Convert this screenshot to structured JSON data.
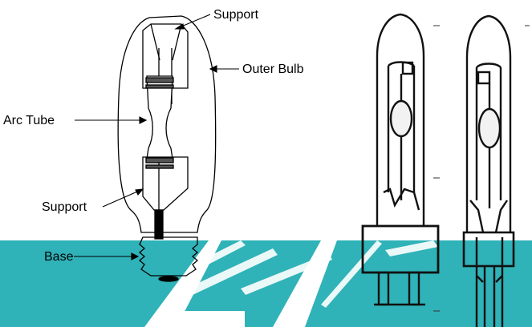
{
  "labels": {
    "support_top": "Support",
    "outer_bulb": "Outer Bulb",
    "arc_tube": "Arc Tube",
    "support_bottom": "Support",
    "base": "Base"
  },
  "colors": {
    "stripe": "#2fb2b8",
    "line": "#000000",
    "background": "#ffffff"
  }
}
